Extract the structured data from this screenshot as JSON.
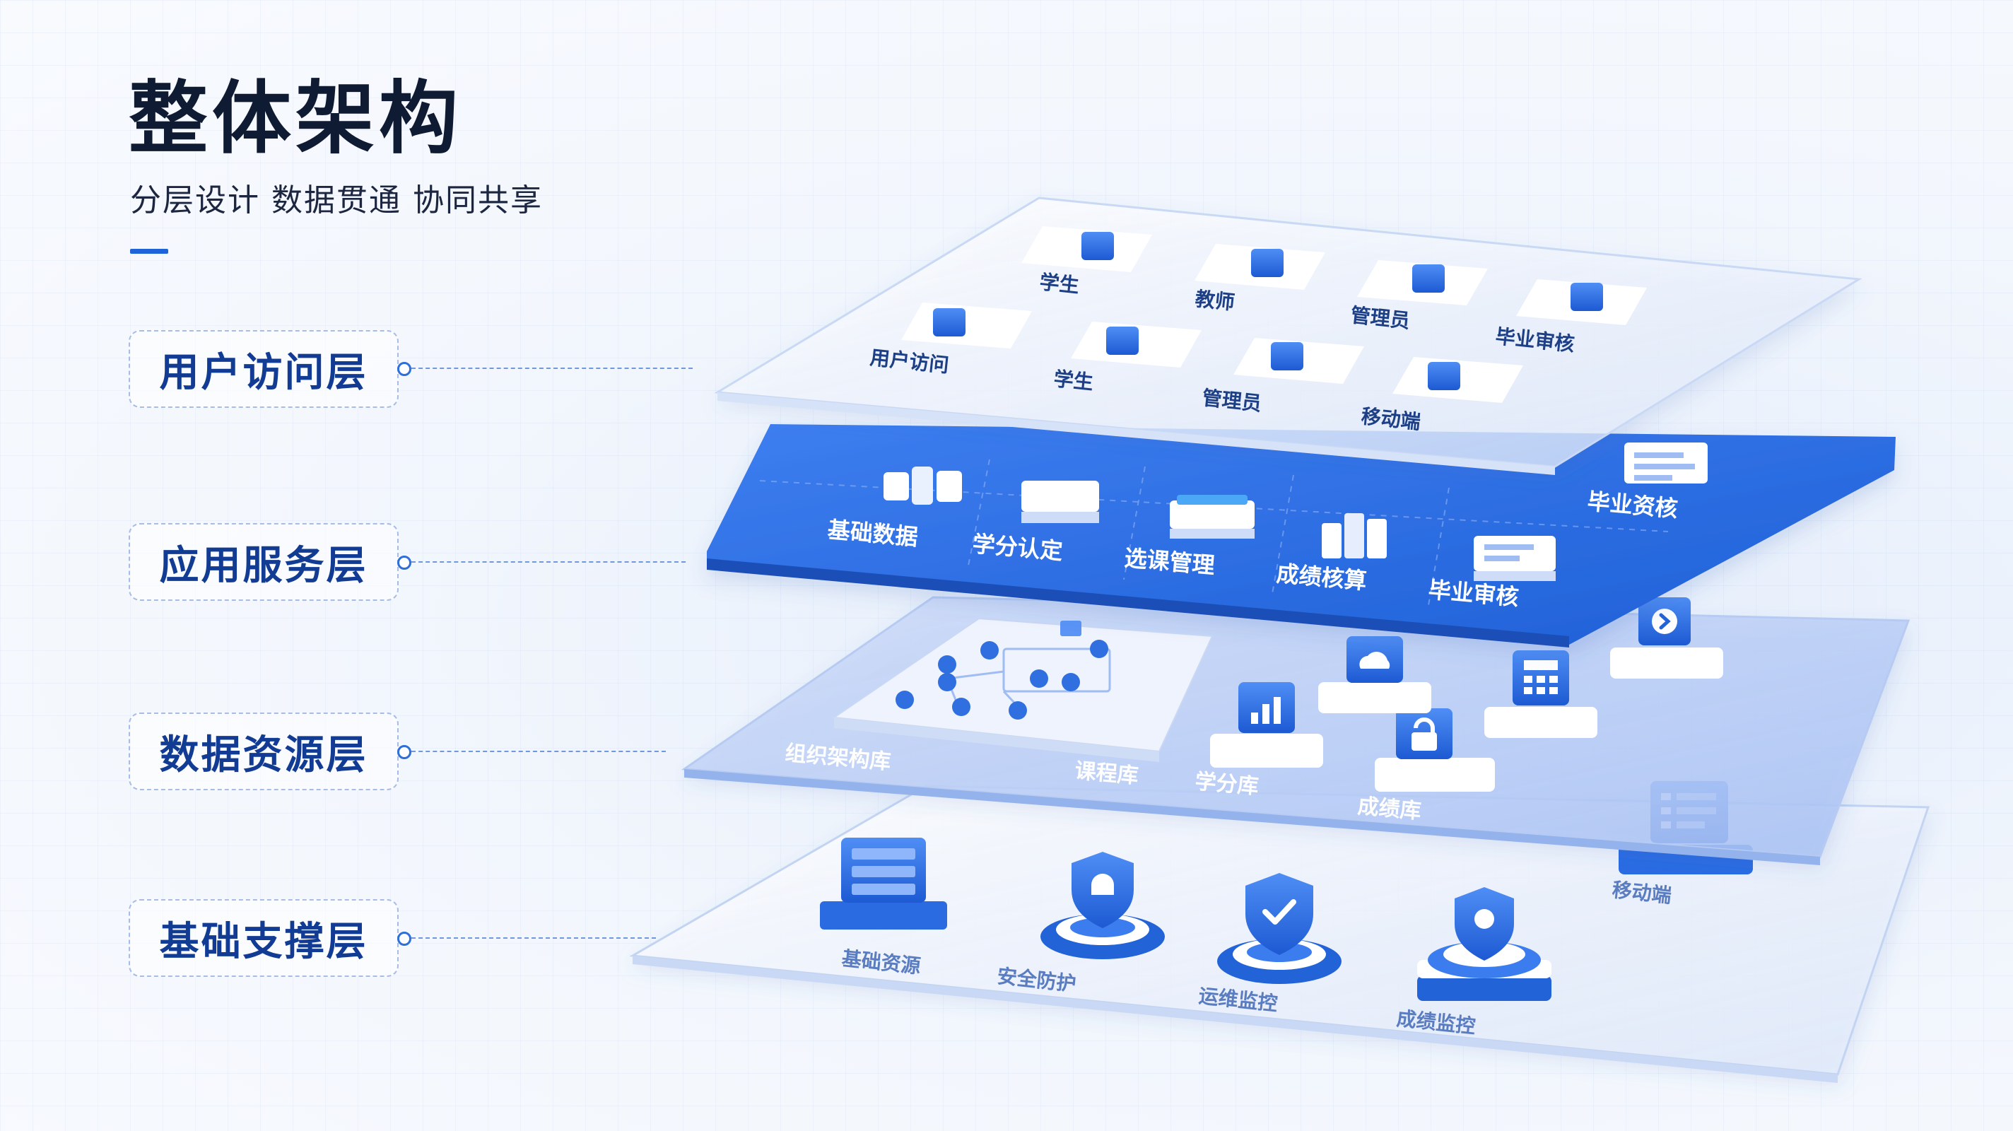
{
  "header": {
    "title": "整体架构",
    "subtitle": "分层设计 数据贯通 协同共享"
  },
  "layers": [
    {
      "label": "用户访问层"
    },
    {
      "label": "应用服务层"
    },
    {
      "label": "数据资源层"
    },
    {
      "label": "基础支撑层"
    }
  ],
  "user_layer": {
    "tiles": [
      "学生",
      "教师",
      "管理员",
      "毕业审核",
      "用户访问",
      "学生",
      "管理员",
      "移动端"
    ],
    "icons": [
      "student-icon",
      "teacher-icon",
      "admin-icon",
      "graduation-review-icon",
      "user-access-icon",
      "student-icon",
      "admin-icon",
      "mobile-icon"
    ]
  },
  "service_layer": {
    "modules": [
      "基础数据",
      "学分认定",
      "选课管理",
      "成绩核算",
      "毕业审核",
      "毕业资核"
    ],
    "icons": [
      "data-blocks-icon",
      "credit-blocks-icon",
      "course-blocks-icon",
      "score-blocks-icon",
      "graduation-card-icon",
      "document-icon"
    ]
  },
  "data_layer": {
    "items": [
      "组织架构库",
      "课程库",
      "学分库",
      "成绩库"
    ],
    "icons": [
      "org-structure-icon",
      "chart-icon",
      "lock-icon",
      "calculator-icon",
      "play-icon",
      "cloud-icon"
    ]
  },
  "infra_layer": {
    "items": [
      "基础资源",
      "安全防护",
      "运维监控",
      "成绩监控",
      "移动端"
    ],
    "icons": [
      "server-icon",
      "shield-icon",
      "shield-check-icon",
      "shield-icon",
      "monitor-icon"
    ]
  },
  "colors": {
    "accent": "#1f63d8",
    "service_layer": "#2f6fe0",
    "label_text": "#123c93",
    "title_text": "#0f1b33"
  }
}
